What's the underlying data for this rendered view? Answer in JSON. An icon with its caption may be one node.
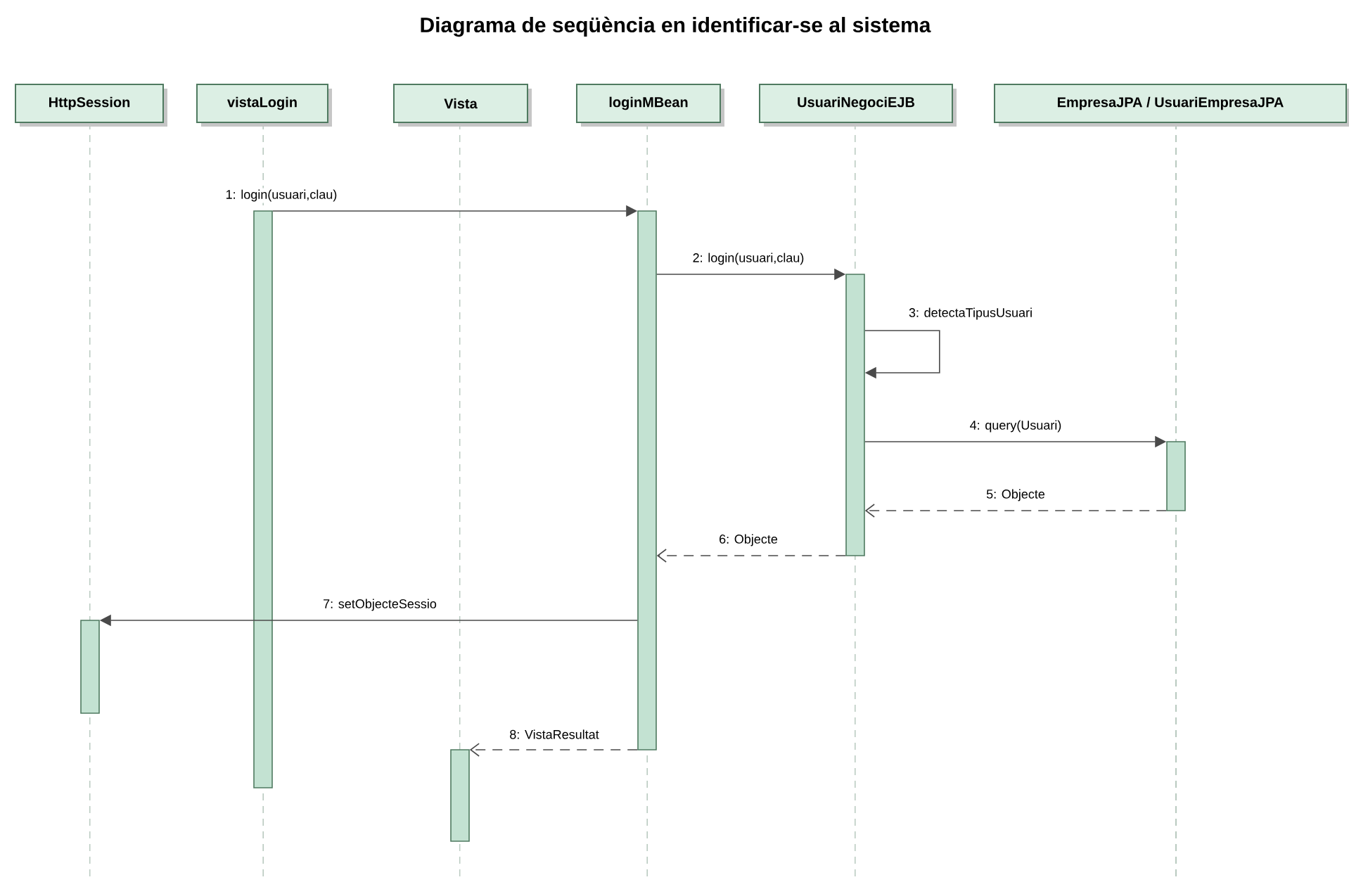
{
  "diagram": {
    "title": "Diagrama de seqüència en identificar-se al sistema",
    "nodes": [
      {
        "text": [
          "HttpSession"
        ]
      },
      {
        "text": [
          "vistaLogin"
        ]
      },
      {
        "text": [
          "Vista"
        ]
      },
      {
        "text": [
          "loginMBean"
        ]
      },
      {
        "text": [
          "UsuariNegociEJB"
        ]
      },
      {
        "text": [
          "EmpresaJPA / UsuariEmpresaJPA"
        ]
      },
      {
        "text": [],
        "shape": "bar"
      },
      {
        "text": [],
        "shape": "bar"
      },
      {
        "text": [],
        "shape": "bar"
      },
      {
        "text": [],
        "shape": "bar"
      },
      {
        "text": [],
        "shape": "bar"
      },
      {
        "text": [],
        "shape": "bar"
      }
    ],
    "edges": [
      {
        "from": 7,
        "to": 9,
        "arrow": "to",
        "label": "1: login(usuari,clau)"
      },
      {
        "from": 9,
        "to": 10,
        "arrow": "to",
        "label": "2: login(usuari,clau)"
      },
      {
        "from": 10,
        "to": 10,
        "arrow": "to",
        "label": "3: detectaTipusUsuari"
      },
      {
        "from": 10,
        "to": 11,
        "arrow": "to",
        "label": "4: query(Usuari)"
      },
      {
        "from": 11,
        "to": 10,
        "arrow": "to",
        "label": "5: Objecte",
        "style": "dashed"
      },
      {
        "from": 10,
        "to": 9,
        "arrow": "to",
        "label": "6: Objecte",
        "style": "dashed"
      },
      {
        "from": 9,
        "to": 6,
        "arrow": "to",
        "label": "7: setObjecteSessio"
      },
      {
        "from": 9,
        "to": 8,
        "arrow": "to",
        "label": "8: VistaResultat",
        "style": "dashed"
      }
    ]
  }
}
